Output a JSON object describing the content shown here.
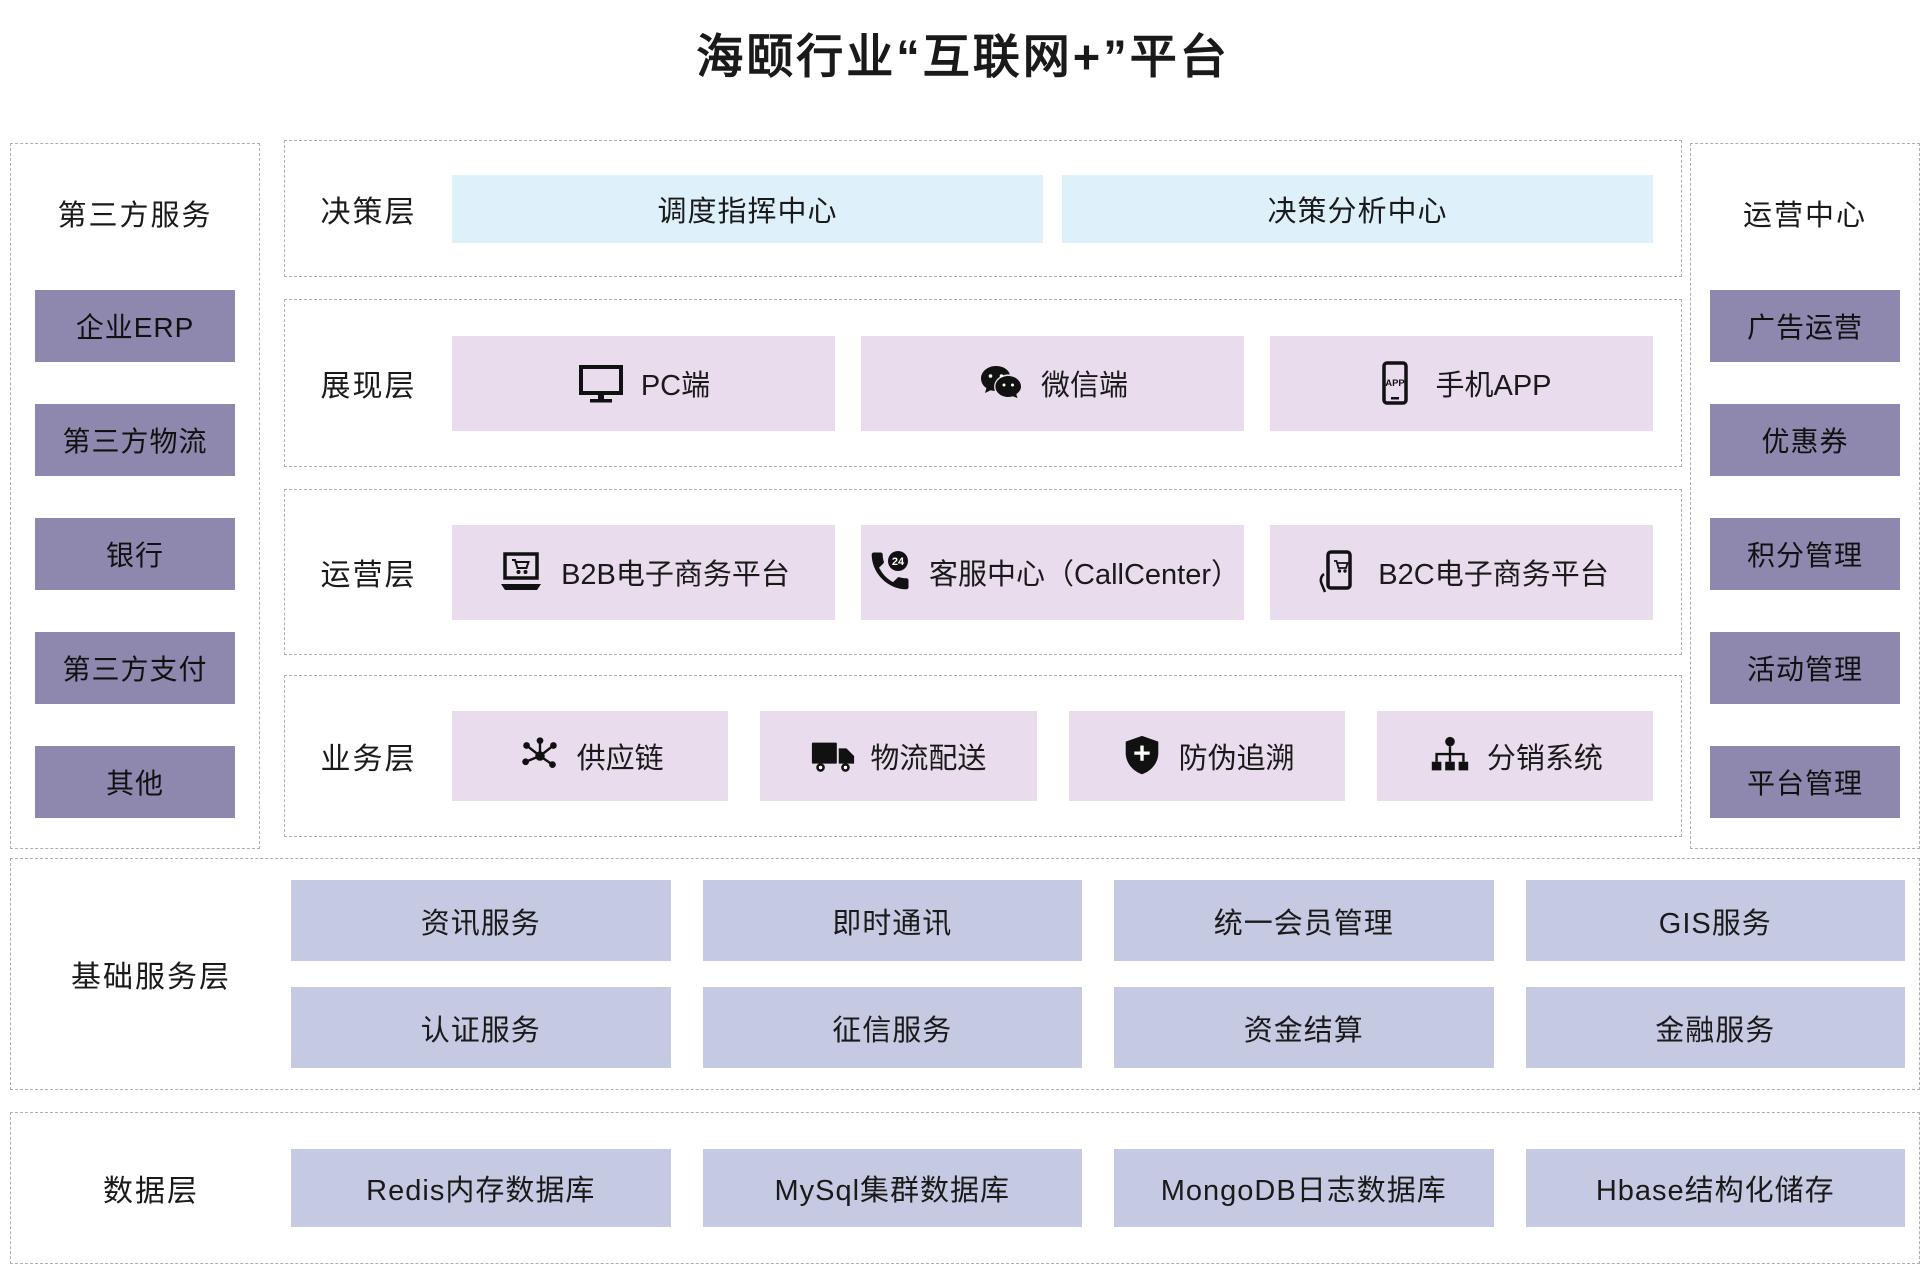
{
  "title": "海颐行业“互联网+”平台",
  "left_panel": {
    "title": "第三方服务",
    "items": [
      "企业ERP",
      "第三方物流",
      "银行",
      "第三方支付",
      "其他"
    ]
  },
  "right_panel": {
    "title": "运营中心",
    "items": [
      "广告运营",
      "优惠券",
      "积分管理",
      "活动管理",
      "平台管理"
    ]
  },
  "layers": {
    "decision": {
      "label": "决策层",
      "items": [
        "调度指挥中心",
        "决策分析中心"
      ]
    },
    "presentation": {
      "label": "展现层",
      "items": [
        {
          "icon": "pc-icon",
          "label": "PC端"
        },
        {
          "icon": "wechat-icon",
          "label": "微信端"
        },
        {
          "icon": "mobile-app-icon",
          "label": "手机APP"
        }
      ]
    },
    "operation": {
      "label": "运营层",
      "items": [
        {
          "icon": "b2b-ecommerce-icon",
          "label": "B2B电子商务平台"
        },
        {
          "icon": "callcenter-icon",
          "label": "客服中心（CallCenter）"
        },
        {
          "icon": "b2c-ecommerce-icon",
          "label": "B2C电子商务平台"
        }
      ]
    },
    "business": {
      "label": "业务层",
      "items": [
        {
          "icon": "supply-chain-icon",
          "label": "供应链"
        },
        {
          "icon": "logistics-truck-icon",
          "label": "物流配送"
        },
        {
          "icon": "anti-counterfeit-shield-icon",
          "label": "防伪追溯"
        },
        {
          "icon": "distribution-network-icon",
          "label": "分销系统"
        }
      ]
    }
  },
  "base_services": {
    "label": "基础服务层",
    "rows": [
      [
        "资讯服务",
        "即时通讯",
        "统一会员管理",
        "GIS服务"
      ],
      [
        "认证服务",
        "征信服务",
        "资金结算",
        "金融服务"
      ]
    ]
  },
  "data_layer": {
    "label": "数据层",
    "items": [
      "Redis内存数据库",
      "MySql集群数据库",
      "MongoDB日志数据库",
      "Hbase结构化储存"
    ]
  },
  "colors": {
    "side_box": "#8f88ae",
    "decision_box": "#def1fb",
    "layer_box": "#e9dcec",
    "service_box": "#c5c9e2",
    "border_dashed": "#adadb3",
    "text": "#1a1a1a"
  }
}
